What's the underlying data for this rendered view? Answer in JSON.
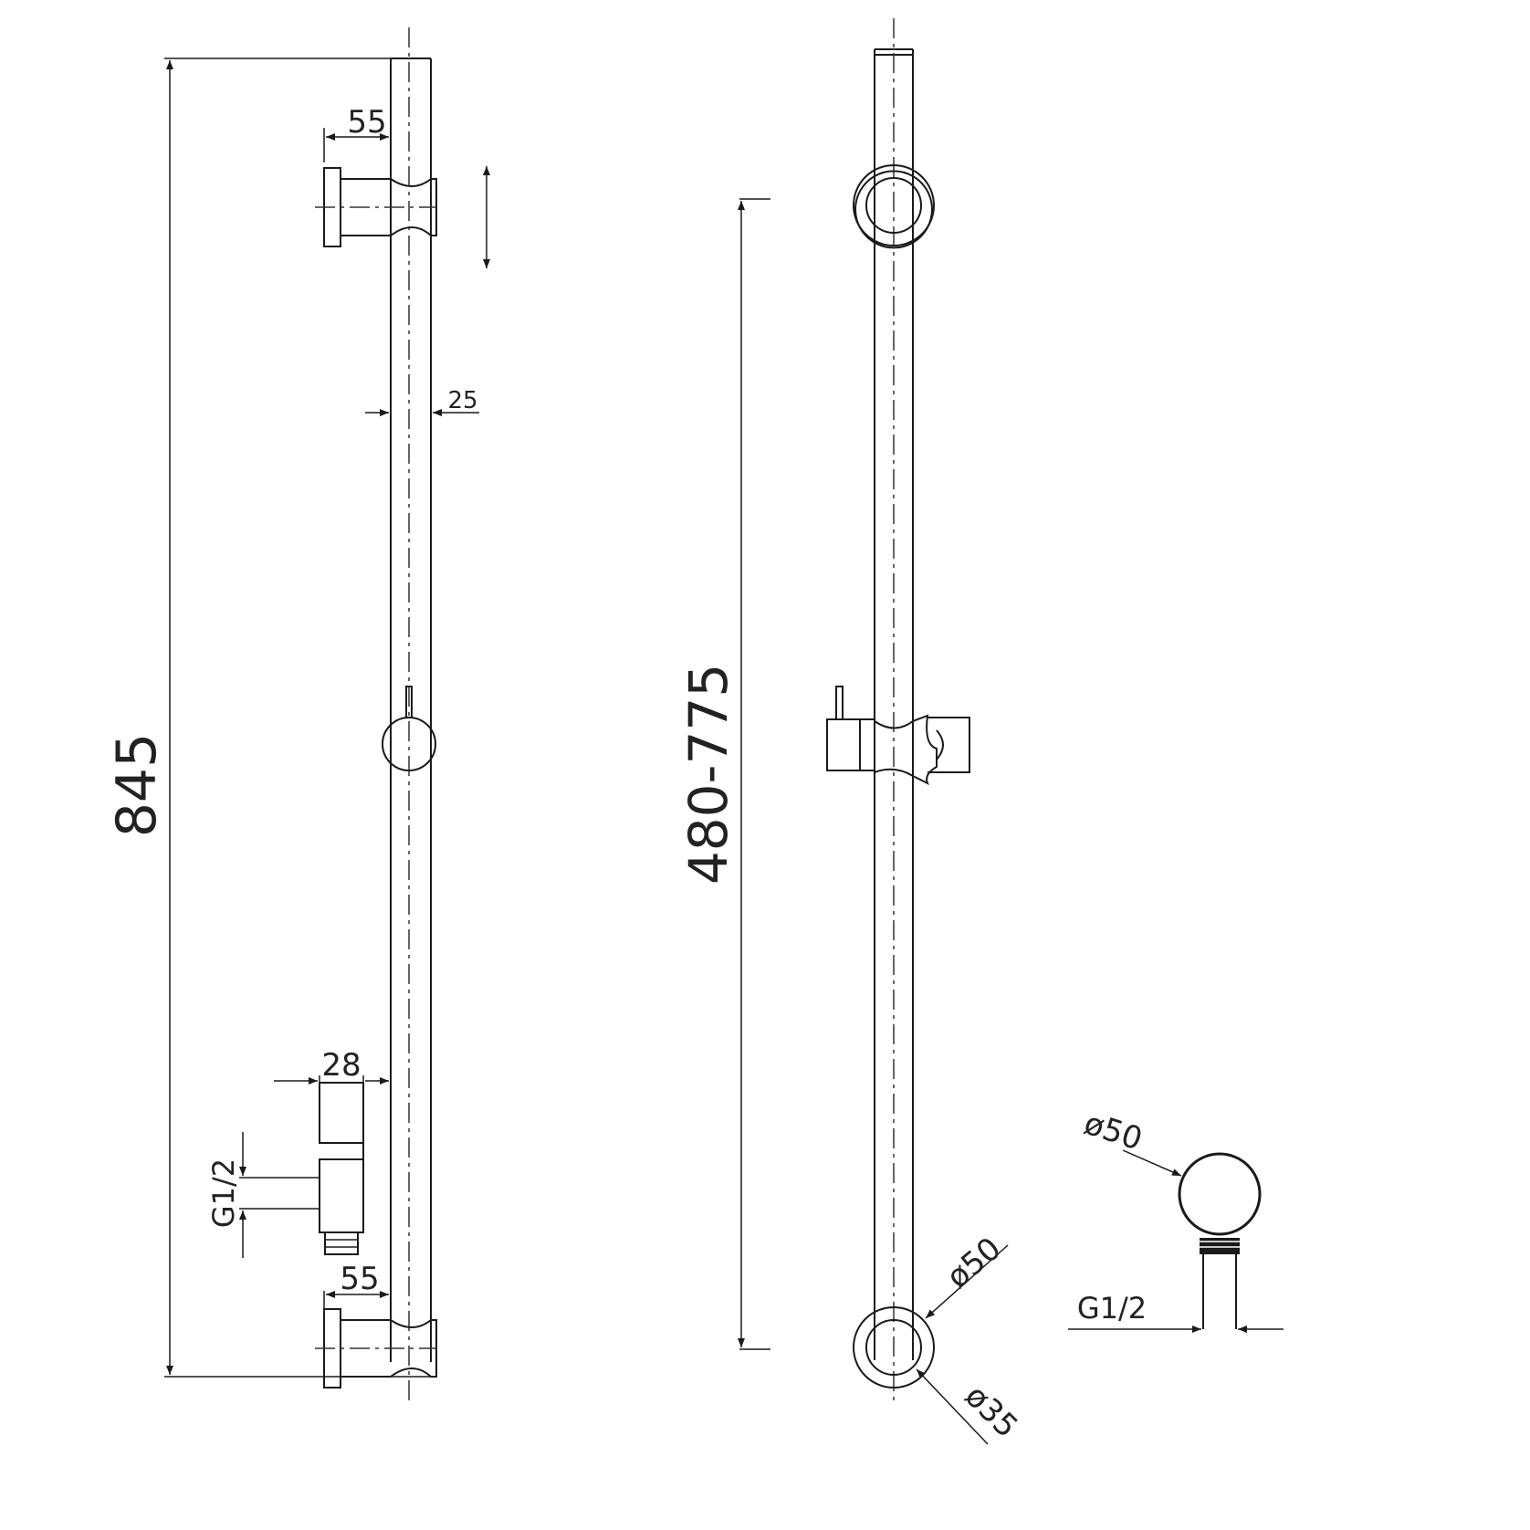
{
  "labels": {
    "overall_height": "845",
    "slide_range": "480-775",
    "bracket_offset_top": "55",
    "bracket_offset_bottom": "55",
    "rail_diameter": "25",
    "outlet_depth": "28",
    "outlet_thread_side": "G1/2",
    "outlet_thread_detail": "G1/2",
    "bracket_diameter": "ø50",
    "detail_diameter": "ø50",
    "rail_inner_diameter": "ø35"
  }
}
